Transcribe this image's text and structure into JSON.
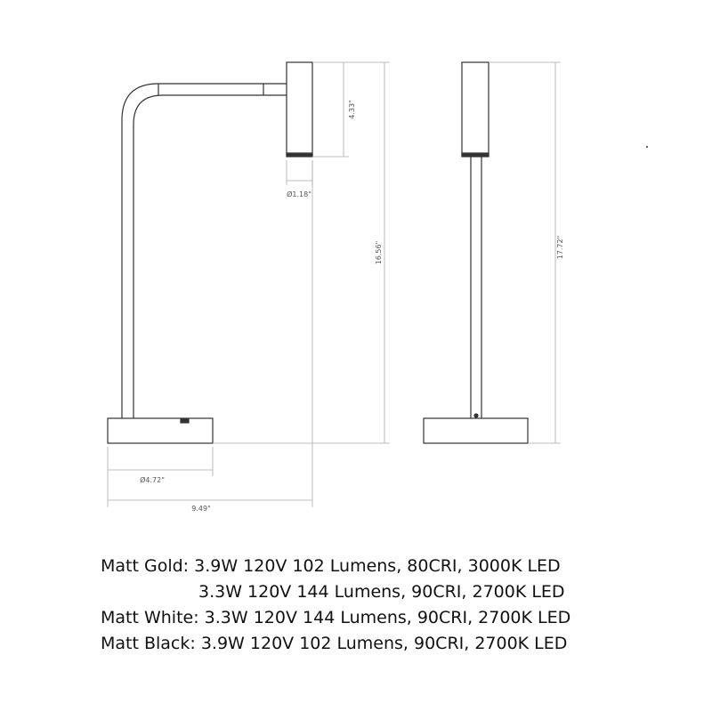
{
  "dimensions": {
    "head_height": "4.33\"",
    "head_diameter": "Ø1.18\"",
    "front_height": "16.56\"",
    "side_height": "17.72\"",
    "base_diameter": "Ø4.72\"",
    "overall_width": "9.49\""
  },
  "specs": [
    {
      "label": "Matt Gold:",
      "value": "3.9W 120V 102 Lumens, 80CRI, 3000K LED"
    },
    {
      "label": "",
      "value": "3.3W 120V 144 Lumens, 90CRI, 2700K LED"
    },
    {
      "label": "Matt White:",
      "value": "3.3W 120V 144 Lumens, 90CRI, 2700K LED"
    },
    {
      "label": "Matt Black:",
      "value": "3.9W 120V 102 Lumens, 90CRI, 2700K LED"
    }
  ]
}
